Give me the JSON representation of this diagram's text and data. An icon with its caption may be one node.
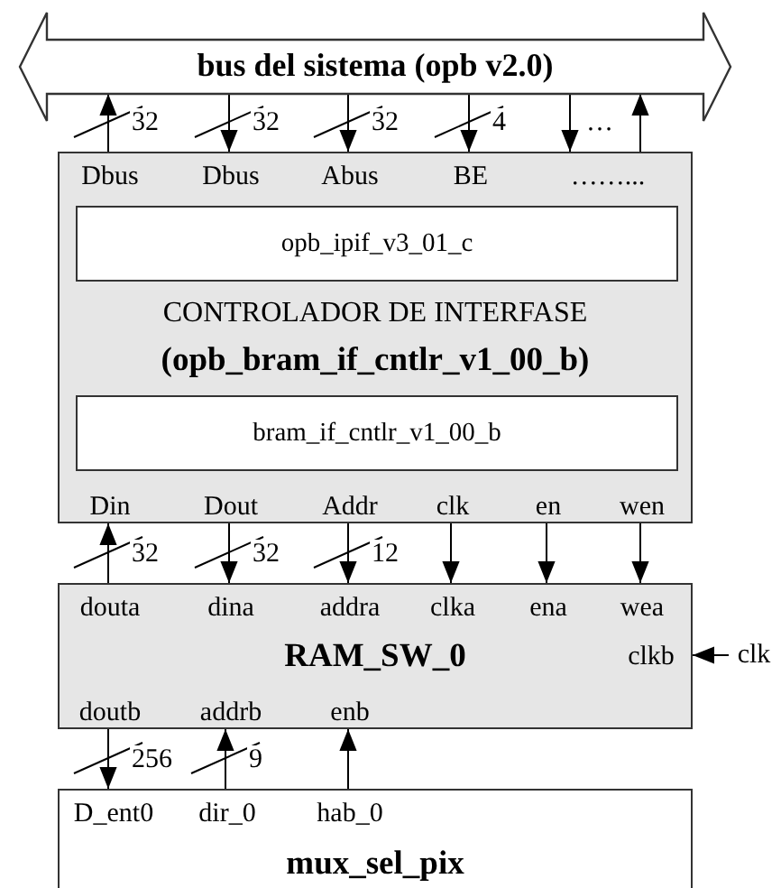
{
  "diagram": {
    "nodes": [
      {
        "text": [
          "bus del sistema (opb v2.0)"
        ]
      },
      {
        "text": [
          "CONTROLADOR DE INTERFASE",
          "(opb_bram_if_cntlr_v1_00_b)"
        ]
      },
      {
        "text": [
          "Dbus"
        ],
        "in": 1
      },
      {
        "text": [
          "Dbus"
        ],
        "in": 1
      },
      {
        "text": [
          "Abus"
        ],
        "in": 1
      },
      {
        "text": [
          "BE"
        ],
        "in": 1
      },
      {
        "text": [
          "……..."
        ],
        "in": 1
      },
      {
        "text": [
          "opb_ipif_v3_01_c"
        ],
        "in": 1
      },
      {
        "text": [
          "bram_if_cntlr_v1_00_b"
        ],
        "in": 1
      },
      {
        "text": [
          "Din"
        ],
        "in": 1
      },
      {
        "text": [
          "Dout"
        ],
        "in": 1
      },
      {
        "text": [
          "Addr"
        ],
        "in": 1
      },
      {
        "text": [
          "clk"
        ],
        "in": 1
      },
      {
        "text": [
          "en"
        ],
        "in": 1
      },
      {
        "text": [
          "wen"
        ],
        "in": 1
      },
      {
        "text": [
          "RAM_SW_0"
        ]
      },
      {
        "text": [
          "douta"
        ],
        "in": 15
      },
      {
        "text": [
          "dina"
        ],
        "in": 15
      },
      {
        "text": [
          "addra"
        ],
        "in": 15
      },
      {
        "text": [
          "clka"
        ],
        "in": 15
      },
      {
        "text": [
          "ena"
        ],
        "in": 15
      },
      {
        "text": [
          "wea"
        ],
        "in": 15
      },
      {
        "text": [
          "clkb"
        ],
        "in": 15
      },
      {
        "text": [
          "doutb"
        ],
        "in": 15
      },
      {
        "text": [
          "addrb"
        ],
        "in": 15
      },
      {
        "text": [
          "enb"
        ],
        "in": 15
      },
      {
        "text": [
          "clk"
        ]
      },
      {
        "text": [
          "mux_sel_pix"
        ]
      },
      {
        "text": [
          "D_ent0"
        ],
        "in": 27
      },
      {
        "text": [
          "dir_0"
        ],
        "in": 27
      },
      {
        "text": [
          "hab_0"
        ],
        "in": 27
      }
    ],
    "edges": [
      {
        "from": 2,
        "to": 0,
        "arrow": "to",
        "label": "32"
      },
      {
        "from": 0,
        "to": 3,
        "arrow": "to",
        "label": "32"
      },
      {
        "from": 0,
        "to": 4,
        "arrow": "to",
        "label": "32"
      },
      {
        "from": 0,
        "to": 5,
        "arrow": "to",
        "label": "4"
      },
      {
        "from": 0,
        "to": 6,
        "arrow": "to"
      },
      {
        "from": 6,
        "to": 0,
        "arrow": "to"
      },
      {
        "from": 16,
        "to": 9,
        "arrow": "to",
        "label": "32"
      },
      {
        "from": 10,
        "to": 17,
        "arrow": "to",
        "label": "32"
      },
      {
        "from": 11,
        "to": 18,
        "arrow": "to",
        "label": "12"
      },
      {
        "from": 12,
        "to": 19,
        "arrow": "to"
      },
      {
        "from": 13,
        "to": 20,
        "arrow": "to"
      },
      {
        "from": 14,
        "to": 21,
        "arrow": "to"
      },
      {
        "from": 26,
        "to": 22,
        "arrow": "to"
      },
      {
        "from": 23,
        "to": 28,
        "arrow": "to",
        "label": "256"
      },
      {
        "from": 29,
        "to": 24,
        "arrow": "to",
        "label": "9"
      },
      {
        "from": 30,
        "to": 25,
        "arrow": "to"
      }
    ],
    "labels": [
      "…"
    ]
  }
}
